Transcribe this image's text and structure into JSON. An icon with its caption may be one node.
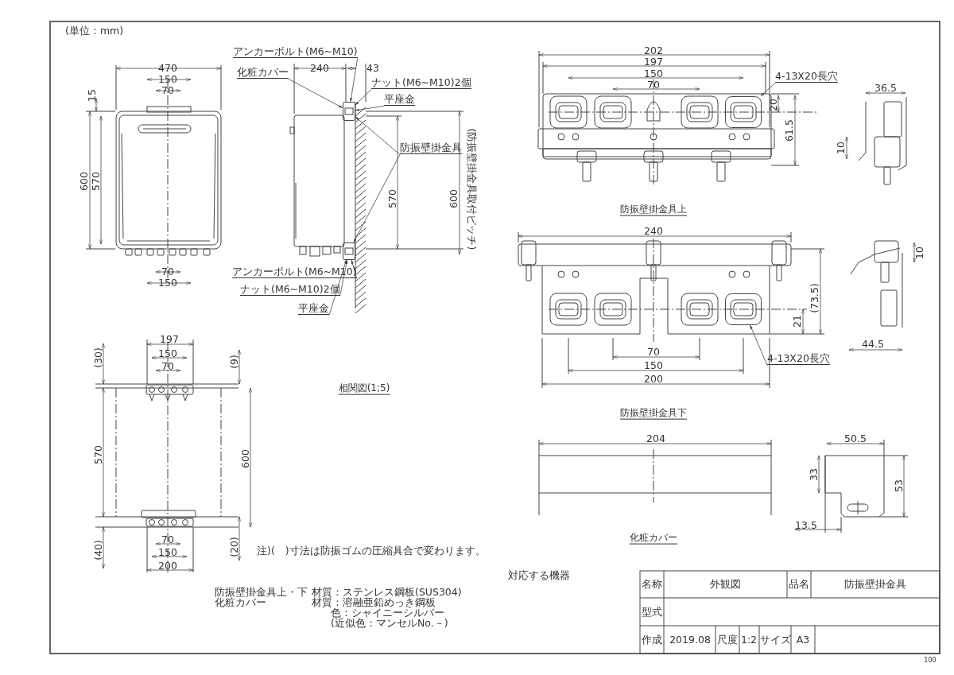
{
  "diagram": {
    "nodes": [
      {
        "text": [
          "アンカーボルト(M6~M10)"
        ]
      },
      {
        "text": [
          "化粧カバー"
        ]
      },
      {
        "text": [
          "ナット(M6~M10)2個"
        ]
      },
      {
        "text": [
          "平座金"
        ]
      },
      {
        "text": [
          "防振壁掛金具"
        ]
      },
      {
        "text": [
          "アンカーボルト(M6~M10)"
        ]
      },
      {
        "text": [
          "ナット(M6~M10)2個"
        ]
      },
      {
        "text": [
          "平座金"
        ]
      },
      {
        "text": [
          "4-13X20長穴"
        ]
      },
      {
        "text": [
          "4-13X20長穴"
        ]
      },
      {
        "text": [],
        "shape": "picture"
      },
      {
        "text": [],
        "shape": "picture"
      },
      {
        "text": [],
        "shape": "picture"
      },
      {
        "text": [],
        "shape": "picture"
      }
    ],
    "edges": [
      {
        "from": 0,
        "to": 10,
        "arrow": "to"
      },
      {
        "from": 1,
        "to": 10,
        "arrow": "to"
      },
      {
        "from": 2,
        "to": 10,
        "arrow": "to"
      },
      {
        "from": 3,
        "to": 10,
        "arrow": "to"
      },
      {
        "from": 4,
        "to": 10,
        "arrow": "to"
      },
      {
        "from": 4,
        "to": 11,
        "arrow": "to"
      },
      {
        "from": 5,
        "to": 11,
        "arrow": "to"
      },
      {
        "from": 6,
        "to": 11,
        "arrow": "to"
      },
      {
        "from": 7,
        "to": 11,
        "arrow": "to"
      },
      {
        "from": 8,
        "to": 12,
        "arrow": "to"
      },
      {
        "from": 9,
        "to": 13,
        "arrow": "to"
      }
    ],
    "labels": [
      "(単位：mm)",
      "470",
      "150",
      "70",
      "15",
      "600",
      "570",
      "70",
      "150",
      "240",
      "43",
      "570",
      "600",
      "(防振壁掛金具取付ピッチ)",
      "197",
      "150",
      "70",
      "(30)",
      "(9)",
      "570",
      "600",
      "70",
      "150",
      "200",
      "(40)",
      "(20)",
      "相関図(1;5)",
      "注)(　)寸法は防振ゴムの圧縮具合で変わります。",
      "202",
      "197",
      "150",
      "70",
      "20",
      "61.5",
      "36.5",
      "10",
      "防振壁掛金具上",
      "240",
      "(73.5)",
      "21",
      "10",
      "44.5",
      "70",
      "150",
      "200",
      "防振壁掛金具下",
      "204",
      "50.5",
      "33",
      "53",
      "13.5",
      "化粧カバー",
      "防振壁掛金具上・下",
      "材質：ステンレス鋼板(SUS304)",
      "化粧カバー",
      "材質：溶融亜鉛めっき鋼板",
      "色：シャイニーシルバー",
      "(近似色：マンセルNo.－)",
      "対応する機器",
      "名称",
      "外観図",
      "品名",
      "防振壁掛金具",
      "型式",
      "作成",
      "2019.08",
      "尺度",
      "1:2",
      "サイズ",
      "A3",
      "100"
    ]
  }
}
